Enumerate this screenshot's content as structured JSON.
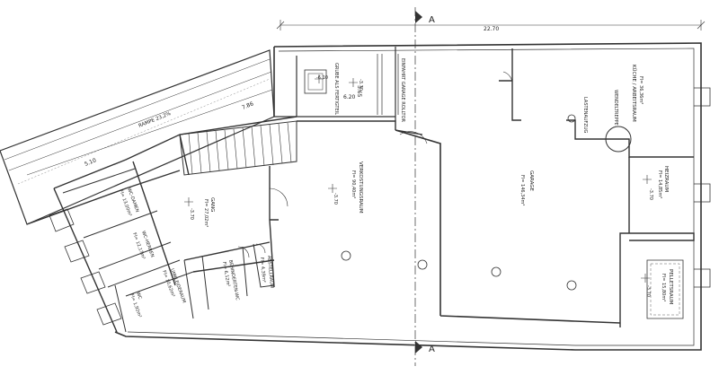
{
  "section_marker": "A",
  "dimensions": {
    "overall_width": "22.70",
    "ramp_length": "7.86",
    "ramp_width": "5.10",
    "pit_length": "6.20",
    "pit_width": "3.65"
  },
  "ramp": {
    "label": "RAMPE 23,2%"
  },
  "rooms": {
    "kueche": {
      "name": "KÜCHE / ARBEITSRAUM",
      "area": "Fl= 36,36m²"
    },
    "lastenaufzug": {
      "name": "LASTENAUFZUG"
    },
    "wendeltreppe": {
      "name": "WENDELTREPPE"
    },
    "grube": {
      "name": "GRUBE ALS FERTIGTEIL",
      "level": "-6.10"
    },
    "einfahrt": {
      "name": "EINFAHRT GARAGE ROLLTOR"
    },
    "garage": {
      "name": "GARAGE",
      "area": "Fl= 146,34m²"
    },
    "heizraum": {
      "name": "HEIZRAUM",
      "area": "Fl= 14,85m²",
      "level": "-3.70"
    },
    "pelletsraum": {
      "name": "PELLETSRAUM",
      "area": "Fl= 15,80m²",
      "level": "-3.70"
    },
    "verkostung": {
      "name": "VERKOSTUNGSRAUM",
      "area": "Fl= 90,40m²",
      "level": "-3.70"
    },
    "gang": {
      "name": "GANG",
      "area": "Fl= 27,02m²",
      "level": "-3.70"
    },
    "wc_damen": {
      "name": "WC-DAMEN",
      "area": "Fl= 13,00m²"
    },
    "wc_herren": {
      "name": "WC-HERREN",
      "area": "Fl= 12,17m²"
    },
    "umkleide": {
      "name": "UMKLEIDERAUM",
      "area": "Fl= 10,62m²"
    },
    "wc": {
      "name": "WC",
      "area": "Fl= 1,92m²"
    },
    "behinderten_wc": {
      "name": "BEHINDERTEN-WC",
      "area": "Fl= 6,12m²"
    },
    "abstellraum": {
      "name": "ABSTELLRAUM",
      "area": "Fl= 4,39m²"
    }
  },
  "levels": {
    "top": "-3.70",
    "pit": "-6.10"
  }
}
